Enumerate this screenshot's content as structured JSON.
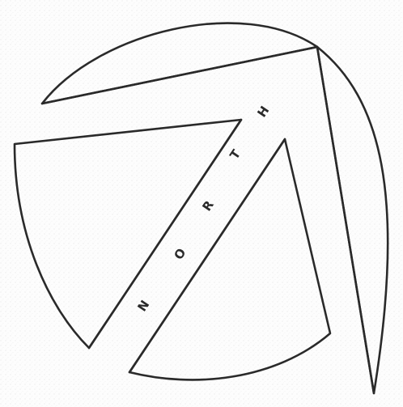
{
  "logo": {
    "lettering": [
      "N",
      "O",
      "R",
      "T",
      "H"
    ],
    "ink_color": "#2a2a2a",
    "paper_color": "#fdfdfd",
    "icon": "north-arrow-icon"
  }
}
